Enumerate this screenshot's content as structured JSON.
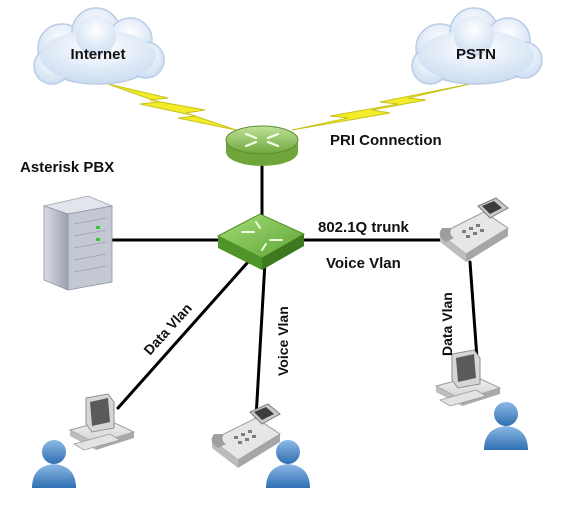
{
  "diagram": {
    "clouds": {
      "internet": "Internet",
      "pstn": "PSTN"
    },
    "labels": {
      "pri_connection": "PRI Connection",
      "asterisk_pbx": "Asterisk PBX",
      "trunk": "802.1Q trunk",
      "voice_vlan_right": "Voice Vlan",
      "data_vlan_left": "Data Vlan",
      "voice_vlan_center": "Voice Vlan",
      "data_vlan_right": "Data Vlan"
    },
    "colors": {
      "cloud_fill": "#dde8f6",
      "cloud_stroke": "#b9cde6",
      "lightning": "#f2ec2a",
      "router_green": "#8cc35a",
      "switch_green": "#6fbf4a",
      "server_gray": "#b8bcc8",
      "user_blue": "#4e88c8",
      "link": "#000000"
    },
    "icons": {
      "router": "router-icon",
      "switch": "switch-icon",
      "server": "server-rack-icon",
      "phone": "ip-phone-icon",
      "workstation": "workstation-icon",
      "user": "user-icon"
    }
  }
}
